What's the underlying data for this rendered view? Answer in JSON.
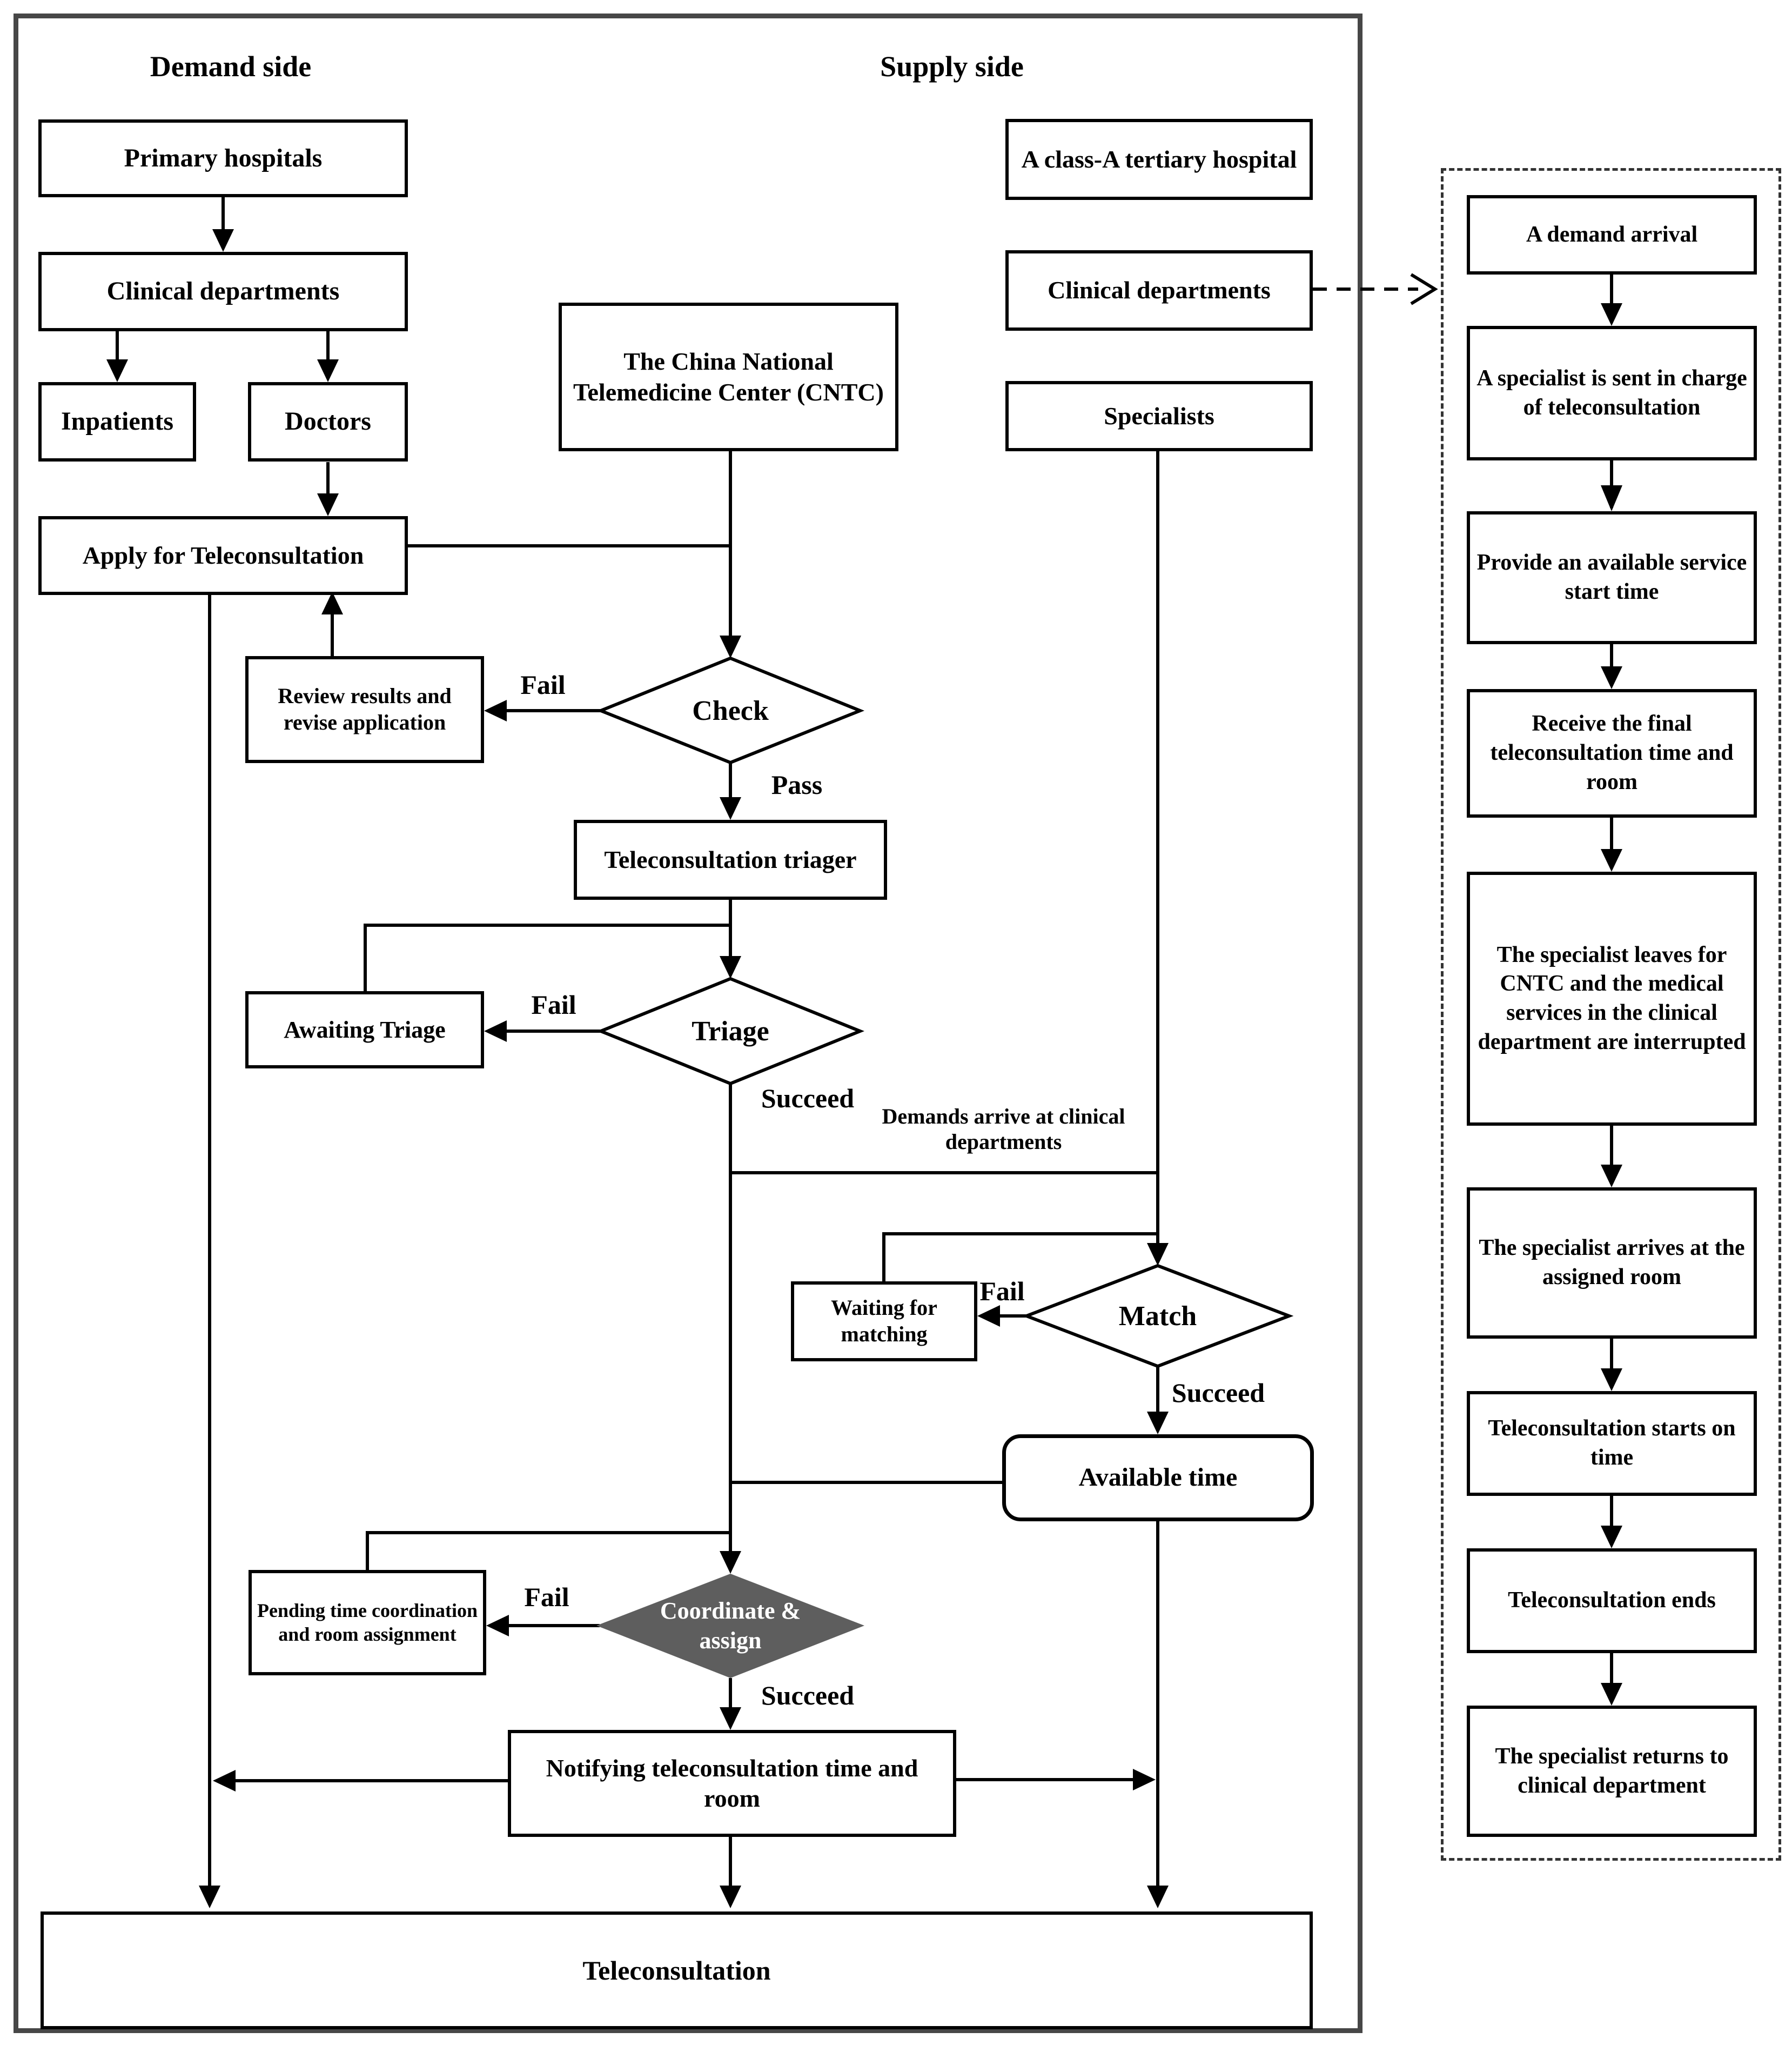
{
  "diagram": {
    "headers": {
      "demand": "Demand side",
      "supply": "Supply side"
    },
    "nodes": {
      "primary_hospitals": "Primary hospitals",
      "clinical_departments_demand": "Clinical departments",
      "inpatients": "Inpatients",
      "doctors": "Doctors",
      "apply": "Apply for Teleconsultation",
      "cntc": "The China National Telemedicine Center (CNTC)",
      "hospital": "A class-A tertiary hospital",
      "clinical_departments_supply": "Clinical departments",
      "specialists": "Specialists",
      "review": "Review results and revise application",
      "triager": "Teleconsultation triager",
      "awaiting_triage": "Awaiting Triage",
      "waiting_matching": "Waiting for matching",
      "available_time": "Available time",
      "pending": "Pending time coordination and room assignment",
      "notifying": "Notifying teleconsultation time and room",
      "teleconsultation": "Teleconsultation"
    },
    "decisions": {
      "check": "Check",
      "triage": "Triage",
      "match": "Match",
      "coordinate": "Coordinate & assign"
    },
    "edge_labels": {
      "check_fail": "Fail",
      "check_pass": "Pass",
      "triage_fail": "Fail",
      "triage_succeed": "Succeed",
      "demands_arrive": "Demands arrive at clinical departments",
      "match_fail": "Fail",
      "match_succeed": "Succeed",
      "coordinate_fail": "Fail",
      "coordinate_succeed": "Succeed"
    },
    "side_panel": {
      "steps": [
        "A demand arrival",
        "A specialist is sent in charge of teleconsultation",
        "Provide an available service start time",
        "Receive the final teleconsultation time and room",
        "The specialist leaves for CNTC and the medical services in the clinical department are interrupted",
        "The specialist arrives at the assigned room",
        "Teleconsultation starts on time",
        "Teleconsultation ends",
        "The specialist returns to clinical department"
      ]
    },
    "colors": {
      "decision_fill": "#5e5e5e",
      "decision_text": "#ffffff",
      "outer_border": "#474747",
      "line": "#000000"
    }
  }
}
